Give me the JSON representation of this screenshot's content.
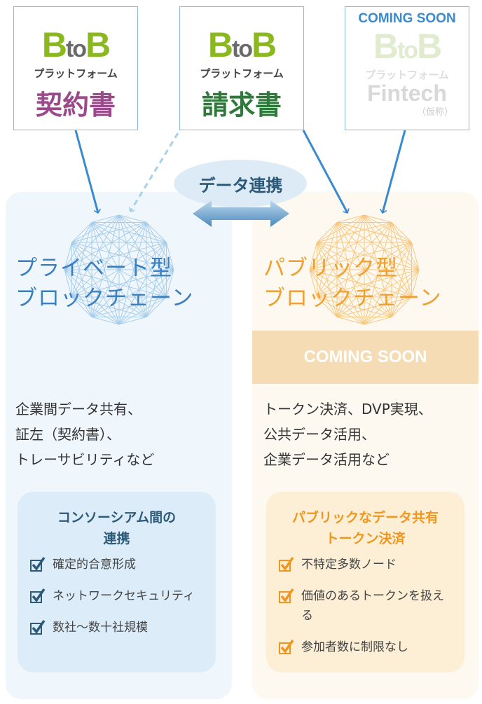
{
  "cards": [
    {
      "logo_b1": "B",
      "logo_to": "to",
      "logo_b2": "B",
      "platform": "プラットフォーム",
      "product": "契約書",
      "product_color": "#9a4a8a"
    },
    {
      "logo_b1": "B",
      "logo_to": "to",
      "logo_b2": "B",
      "platform": "プラットフォーム",
      "product": "請求書",
      "product_color": "#2e7a3a"
    },
    {
      "badge": "COMING SOON",
      "logo_b1": "B",
      "logo_to": "to",
      "logo_b2": "B",
      "platform": "プラットフォーム",
      "product": "Fintech",
      "note": "（仮称）"
    }
  ],
  "link_label": "データ連携",
  "private": {
    "title_1": "プライベート型",
    "title_2": "ブロックチェーン",
    "desc": [
      "企業間データ共有、",
      "証左（契約書）、",
      "トレーサビリティなど"
    ],
    "box_title_1": "コンソーシアム間の",
    "box_title_2": "連携",
    "items": [
      "確定的合意形成",
      "ネットワークセキュリティ",
      "数社〜数十社規模"
    ],
    "color": "#3a7fc0"
  },
  "public": {
    "title_1": "パブリック型",
    "title_2": "ブロックチェーン",
    "coming_soon": "COMING SOON",
    "desc": [
      "トークン決済、DVP実現、",
      "公共データ活用、",
      "企業データ活用など"
    ],
    "box_title_1": "パブリックなデータ共有",
    "box_title_2": "トークン決済",
    "items": [
      "不特定多数ノード",
      "価値のあるトークンを扱える",
      "参加者数に制限なし"
    ],
    "color": "#f0a030"
  }
}
